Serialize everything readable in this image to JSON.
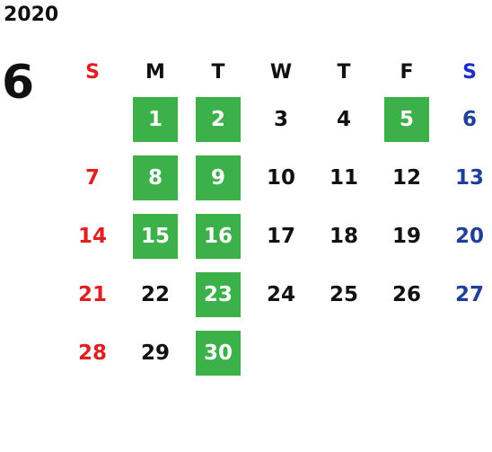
{
  "calendar": {
    "year": "2020",
    "month": "6",
    "weekdays": [
      "S",
      "M",
      "T",
      "W",
      "T",
      "F",
      "S"
    ],
    "weeks": [
      [
        "",
        "1",
        "2",
        "3",
        "4",
        "5",
        "6"
      ],
      [
        "7",
        "8",
        "9",
        "10",
        "11",
        "12",
        "13"
      ],
      [
        "14",
        "15",
        "16",
        "17",
        "18",
        "19",
        "20"
      ],
      [
        "21",
        "22",
        "23",
        "24",
        "25",
        "26",
        "27"
      ],
      [
        "28",
        "29",
        "30",
        "",
        "",
        "",
        ""
      ]
    ],
    "highlighted_days": [
      "1",
      "2",
      "5",
      "8",
      "9",
      "15",
      "16",
      "23",
      "30"
    ],
    "colors": {
      "highlight": "#3cb049",
      "sunday": "#e02020",
      "saturday_header": "#1a2ec8",
      "saturday": "#1f3f9a",
      "text": "#111111"
    }
  }
}
